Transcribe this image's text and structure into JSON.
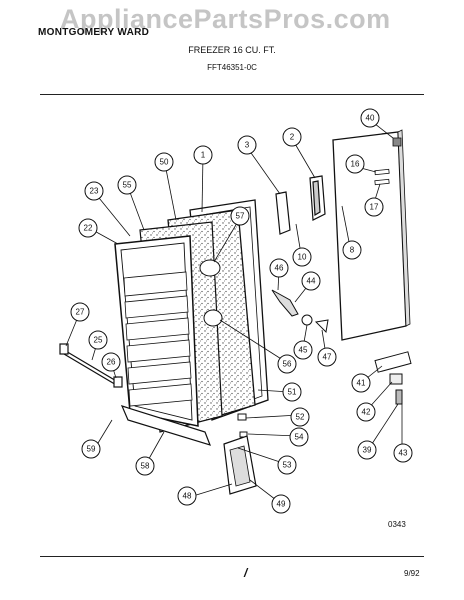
{
  "header": {
    "brand_text": "MONTGOMERY WARD",
    "watermark": "AppliancePartsPros.com",
    "title": "FREEZER 16 CU. FT.",
    "model": "FFT46351-0C"
  },
  "footer": {
    "diagram_code": "0343",
    "date": "9/92",
    "mark": "/"
  },
  "callouts": [
    "40",
    "2",
    "3",
    "16",
    "17",
    "1",
    "50",
    "55",
    "23",
    "22",
    "57",
    "8",
    "10",
    "46",
    "44",
    "27",
    "25",
    "26",
    "45",
    "47",
    "56",
    "41",
    "42",
    "39",
    "43",
    "51",
    "52",
    "54",
    "53",
    "59",
    "58",
    "49",
    "48"
  ]
}
